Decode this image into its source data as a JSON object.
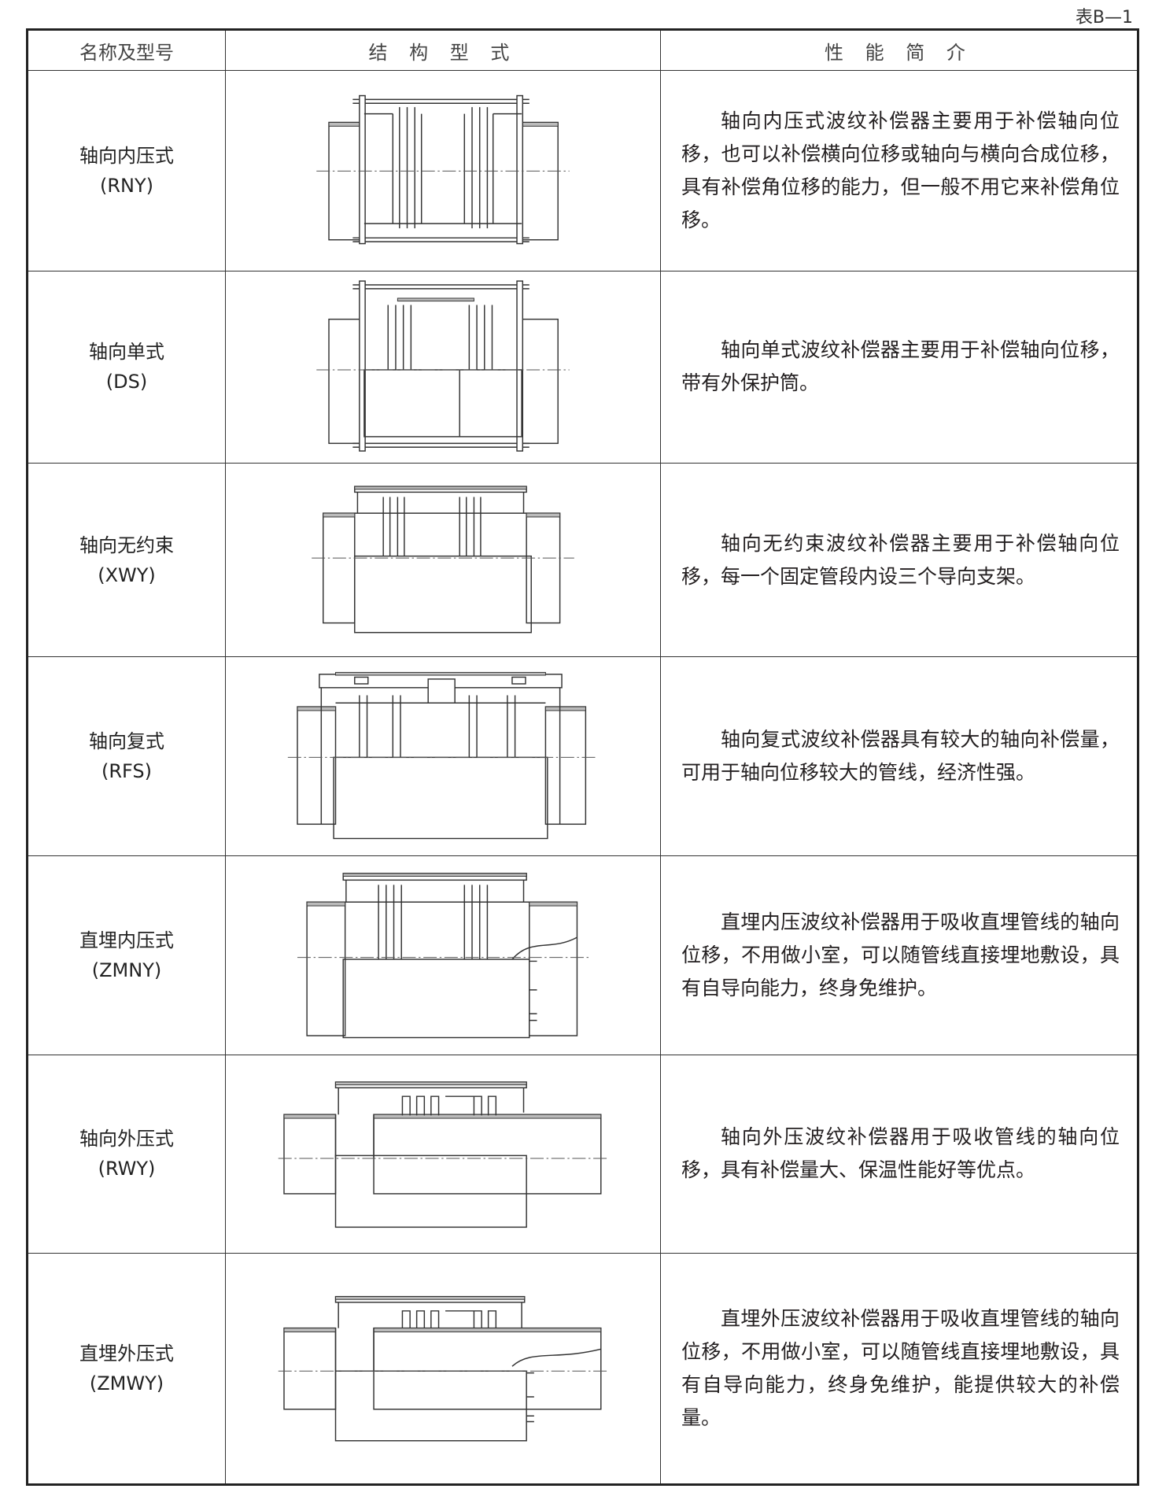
{
  "table_label": "表B—1",
  "headers": [
    "名称及型号",
    "结 构 型 式",
    "性 能 简 介"
  ],
  "rows": [
    {
      "name": "轴向内压式",
      "code": "(RNY)",
      "description": "轴向内压式波纹补偿器主要用于补偿轴向位移，也可以补偿横向位移或轴向与横向合成位移，具有补偿角位移的能力，但一般不用它来补偿角位移。"
    },
    {
      "name": "轴向单式",
      "code": "(DS)",
      "description": "轴向单式波纹补偿器主要用于补偿轴向位移，带有外保护筒。"
    },
    {
      "name": "轴向无约束",
      "code": "(XWY)",
      "description": "轴向无约束波纹补偿器主要用于补偿轴向位移，每一个固定管段内设三个导向支架。"
    },
    {
      "name": "轴向复式",
      "code": "(RFS)",
      "description": "轴向复式波纹补偿器具有较大的轴向补偿量，可用于轴向位移较大的管线，经济性强。"
    },
    {
      "name": "直埋内压式",
      "code": "(ZMNY)",
      "description": "直埋内压波纹补偿器用于吸收直埋管线的轴向位移，不用做小室，可以随管线直接埋地敷设，具有自导向能力，终身免维护。"
    },
    {
      "name": "轴向外压式",
      "code": "(RWY)",
      "description": "轴向外压波纹补偿器用于吸收管线的轴向位移，具有补偿量大、保温性能好等优点。"
    },
    {
      "name": "直埋外压式",
      "code": "(ZMWY)",
      "description": "直埋外压波纹补偿器用于吸收直埋管线的轴向位移，不用做小室，可以随管线直接埋地敷设，具有自导向能力，终身免维护，能提供较大的补偿量。"
    }
  ]
}
